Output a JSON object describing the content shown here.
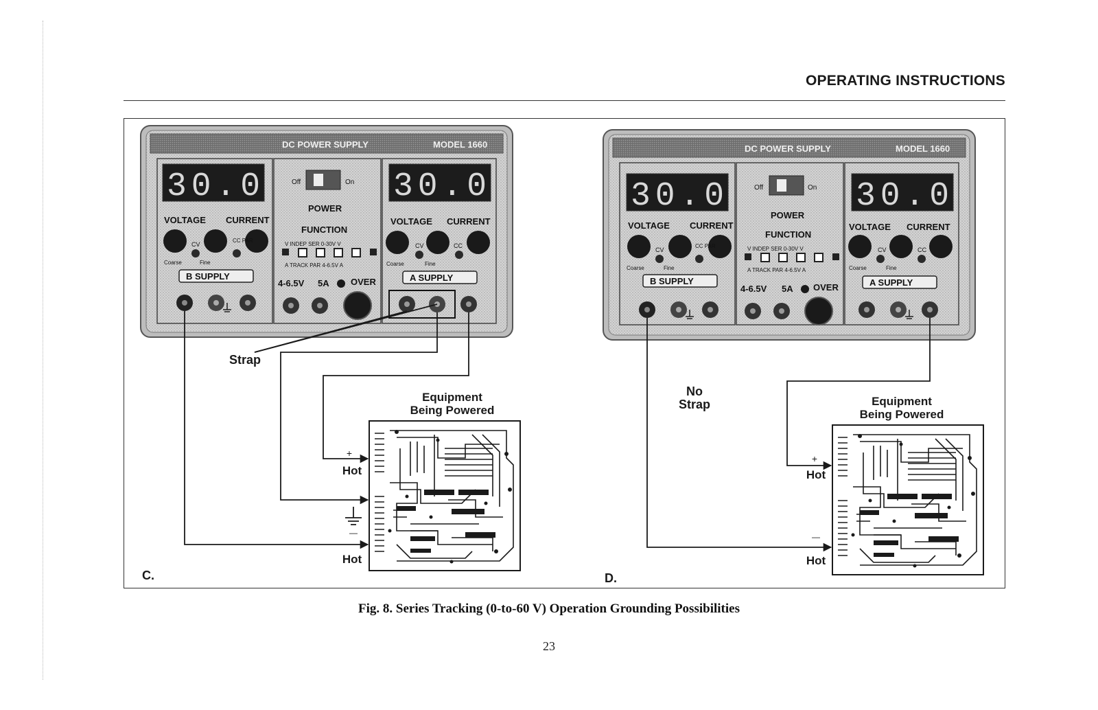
{
  "header": {
    "section_title": "OPERATING INSTRUCTIONS"
  },
  "panel_labels": {
    "brand": "DC POWER SUPPLY",
    "model": "MODEL 1660",
    "display_b": "30.0",
    "display_a": "30.0",
    "off": "Off",
    "on": "On",
    "power": "POWER",
    "voltage": "VOLTAGE",
    "current": "CURRENT",
    "function": "FUNCTION",
    "cv": "CV",
    "cc": "CC",
    "cc_par": "CC PAR",
    "coarse": "Coarse",
    "fine": "Fine",
    "b_supply": "B  SUPPLY",
    "a_supply": "A  SUPPLY",
    "fn_top": "V  INDEP  SER  0-30V  V",
    "fn_bottom": "A  TRACK PAR  4-6.5V  A",
    "fixed_voltage": "4-6.5V",
    "fixed_current": "5A",
    "over": "OVER",
    "minus": "−",
    "plus": "+"
  },
  "diagram_c": {
    "panel_letter": "C.",
    "strap_label": "Strap",
    "equipment_label": "Equipment\nBeing Powered",
    "hot_top": "Hot",
    "hot_bottom": "Hot",
    "plus_sign": "+",
    "minus_sign": "—"
  },
  "diagram_d": {
    "panel_letter": "D.",
    "strap_label": "No\nStrap",
    "equipment_label": "Equipment\nBeing Powered",
    "hot_top": "Hot",
    "hot_bottom": "Hot",
    "plus_sign": "+",
    "minus_sign": "—"
  },
  "caption": "Fig. 8.  Series Tracking (0-to-60 V) Operation Grounding Possibilities",
  "page_number": "23",
  "colors": {
    "ink": "#1a1a1a",
    "panel": "#cfcfcf",
    "banner": "#7a7a7a",
    "led_bg": "#1c1c1c"
  }
}
